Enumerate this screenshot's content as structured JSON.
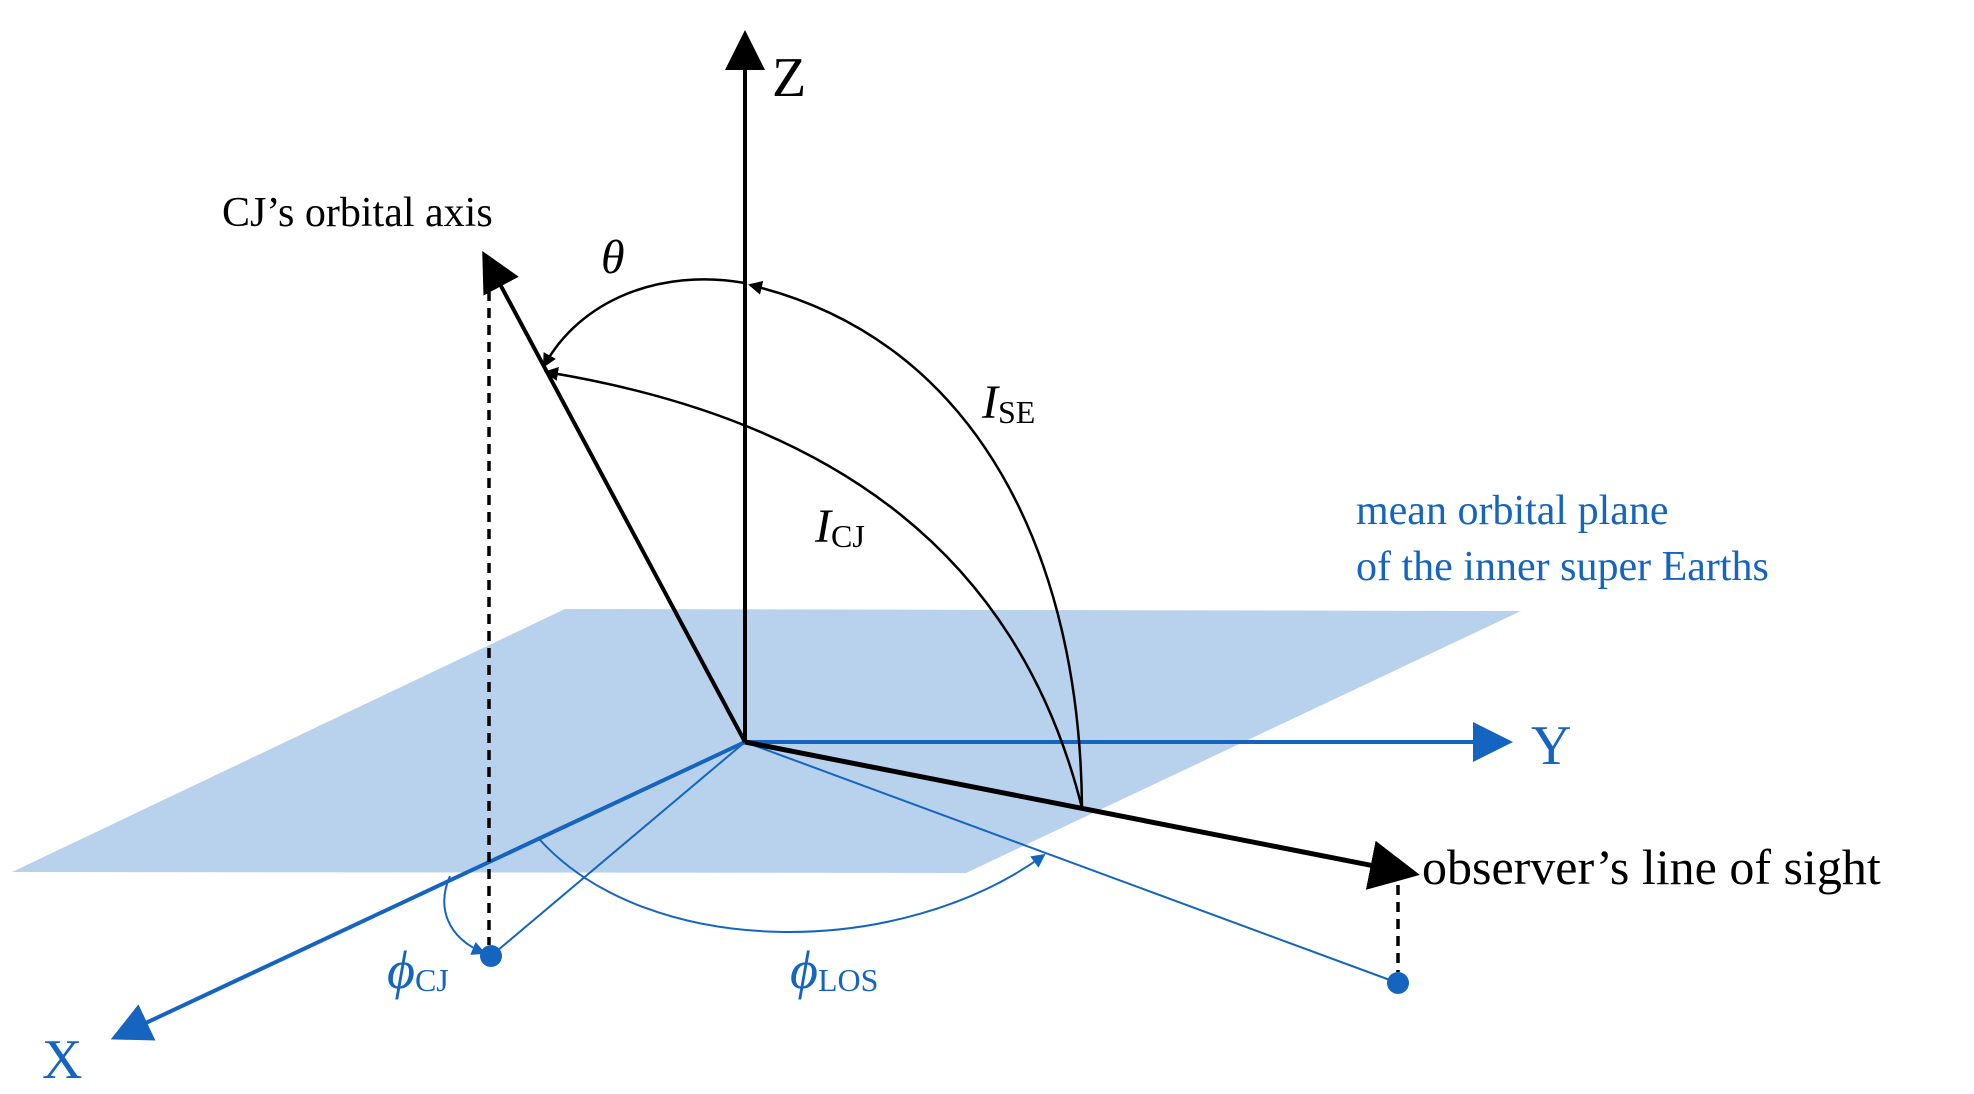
{
  "labels": {
    "z_axis": "Z",
    "y_axis": "Y",
    "x_axis": "X",
    "cj_axis": "CJ’s orbital axis",
    "theta": "θ",
    "i_se_main": "I",
    "i_se_sub": "SE",
    "i_cj_main": "I",
    "i_cj_sub": "CJ",
    "plane_line1": "mean orbital plane",
    "plane_line2": "of the inner super Earths",
    "los": "observer’s line of sight",
    "phi_cj_main": "ϕ",
    "phi_cj_sub": "CJ",
    "phi_los_main": "ϕ",
    "phi_los_sub": "LOS"
  },
  "colors": {
    "black": "#000000",
    "blue": "#1565c0",
    "plane_fill": "#b8d1ec"
  }
}
